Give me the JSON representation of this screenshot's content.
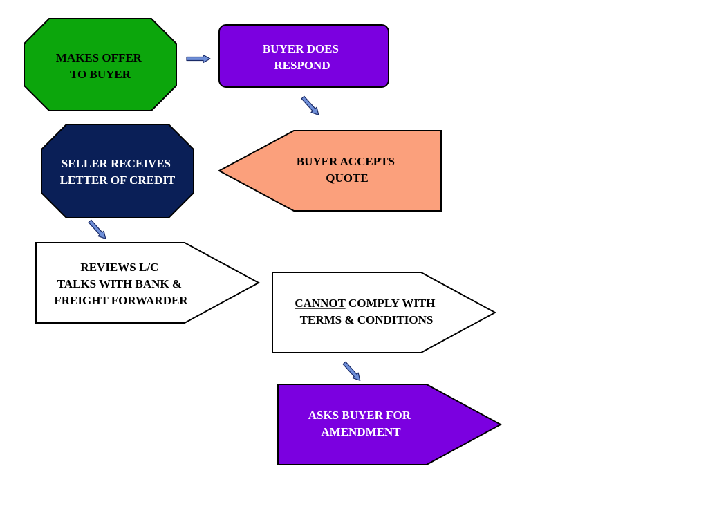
{
  "colors": {
    "green": "#0ca60c",
    "purple": "#7b00e0",
    "navy": "#0a1f57",
    "salmon": "#fba07c",
    "white": "#ffffff",
    "outline": "#000000",
    "arrow_fill": "#6f8fd8",
    "arrow_stroke": "#1a2a66"
  },
  "diagram": {
    "nodes": {
      "makes_offer": {
        "line1": "MAKES OFFER",
        "line2": "TO BUYER"
      },
      "buyer_responds": {
        "line1": "BUYER DOES",
        "line2": "RESPOND"
      },
      "buyer_accepts": {
        "line1": "BUYER ACCEPTS",
        "line2": "QUOTE"
      },
      "seller_receives": {
        "line1": "SELLER RECEIVES",
        "line2": "LETTER OF CREDIT"
      },
      "reviews_lc": {
        "line1": "REVIEWS L/C",
        "line2": "TALKS WITH BANK &",
        "line3": "FREIGHT FORWARDER"
      },
      "cannot_comply": {
        "emphasis": "CANNOT",
        "line1_rest": " COMPLY WITH",
        "line2": "TERMS & CONDITIONS"
      },
      "asks_amendment": {
        "line1": "ASKS BUYER FOR",
        "line2": "AMENDMENT"
      }
    }
  }
}
